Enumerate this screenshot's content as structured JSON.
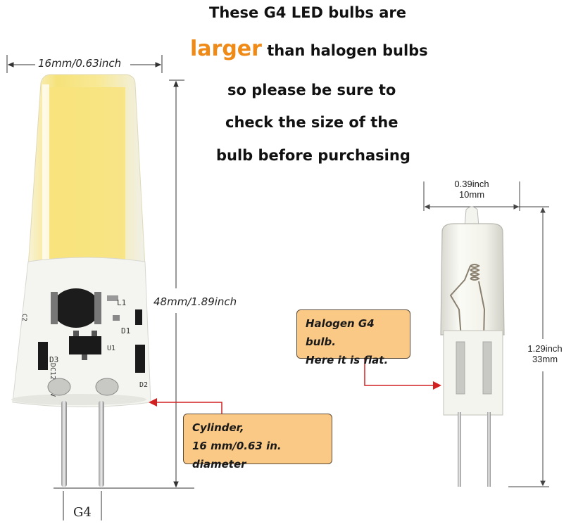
{
  "headline": {
    "line1": "These G4 LED bulbs are",
    "line2_accent": "larger",
    "line2_rest": "than halogen bulbs",
    "line3": "so please be sure to",
    "line4": "check the size of the",
    "line5": "bulb before purchasing"
  },
  "led_bulb": {
    "width_label": "16mm/0.63inch",
    "height_label": "48mm/1.89inch",
    "base_label": "G4",
    "board_markings": [
      "L1",
      "D1",
      "D2",
      "D3",
      "U1",
      "C2",
      "DC12-24V"
    ],
    "callout_line1": "Cylinder,",
    "callout_line2": "16 mm/0.63 in. diameter"
  },
  "halogen_bulb": {
    "width_inch": "0.39inch",
    "width_mm": "10mm",
    "height_inch": "1.29inch",
    "height_mm": "33mm",
    "callout_line1": "Halogen G4 bulb.",
    "callout_line2": "Here it is flat."
  },
  "colors": {
    "accent": "#ef8a16",
    "callout_fill": "#fbc986",
    "led_yellow": "#f4e27a",
    "board_white": "#f4f4f0",
    "arrow_red": "#d22020"
  }
}
